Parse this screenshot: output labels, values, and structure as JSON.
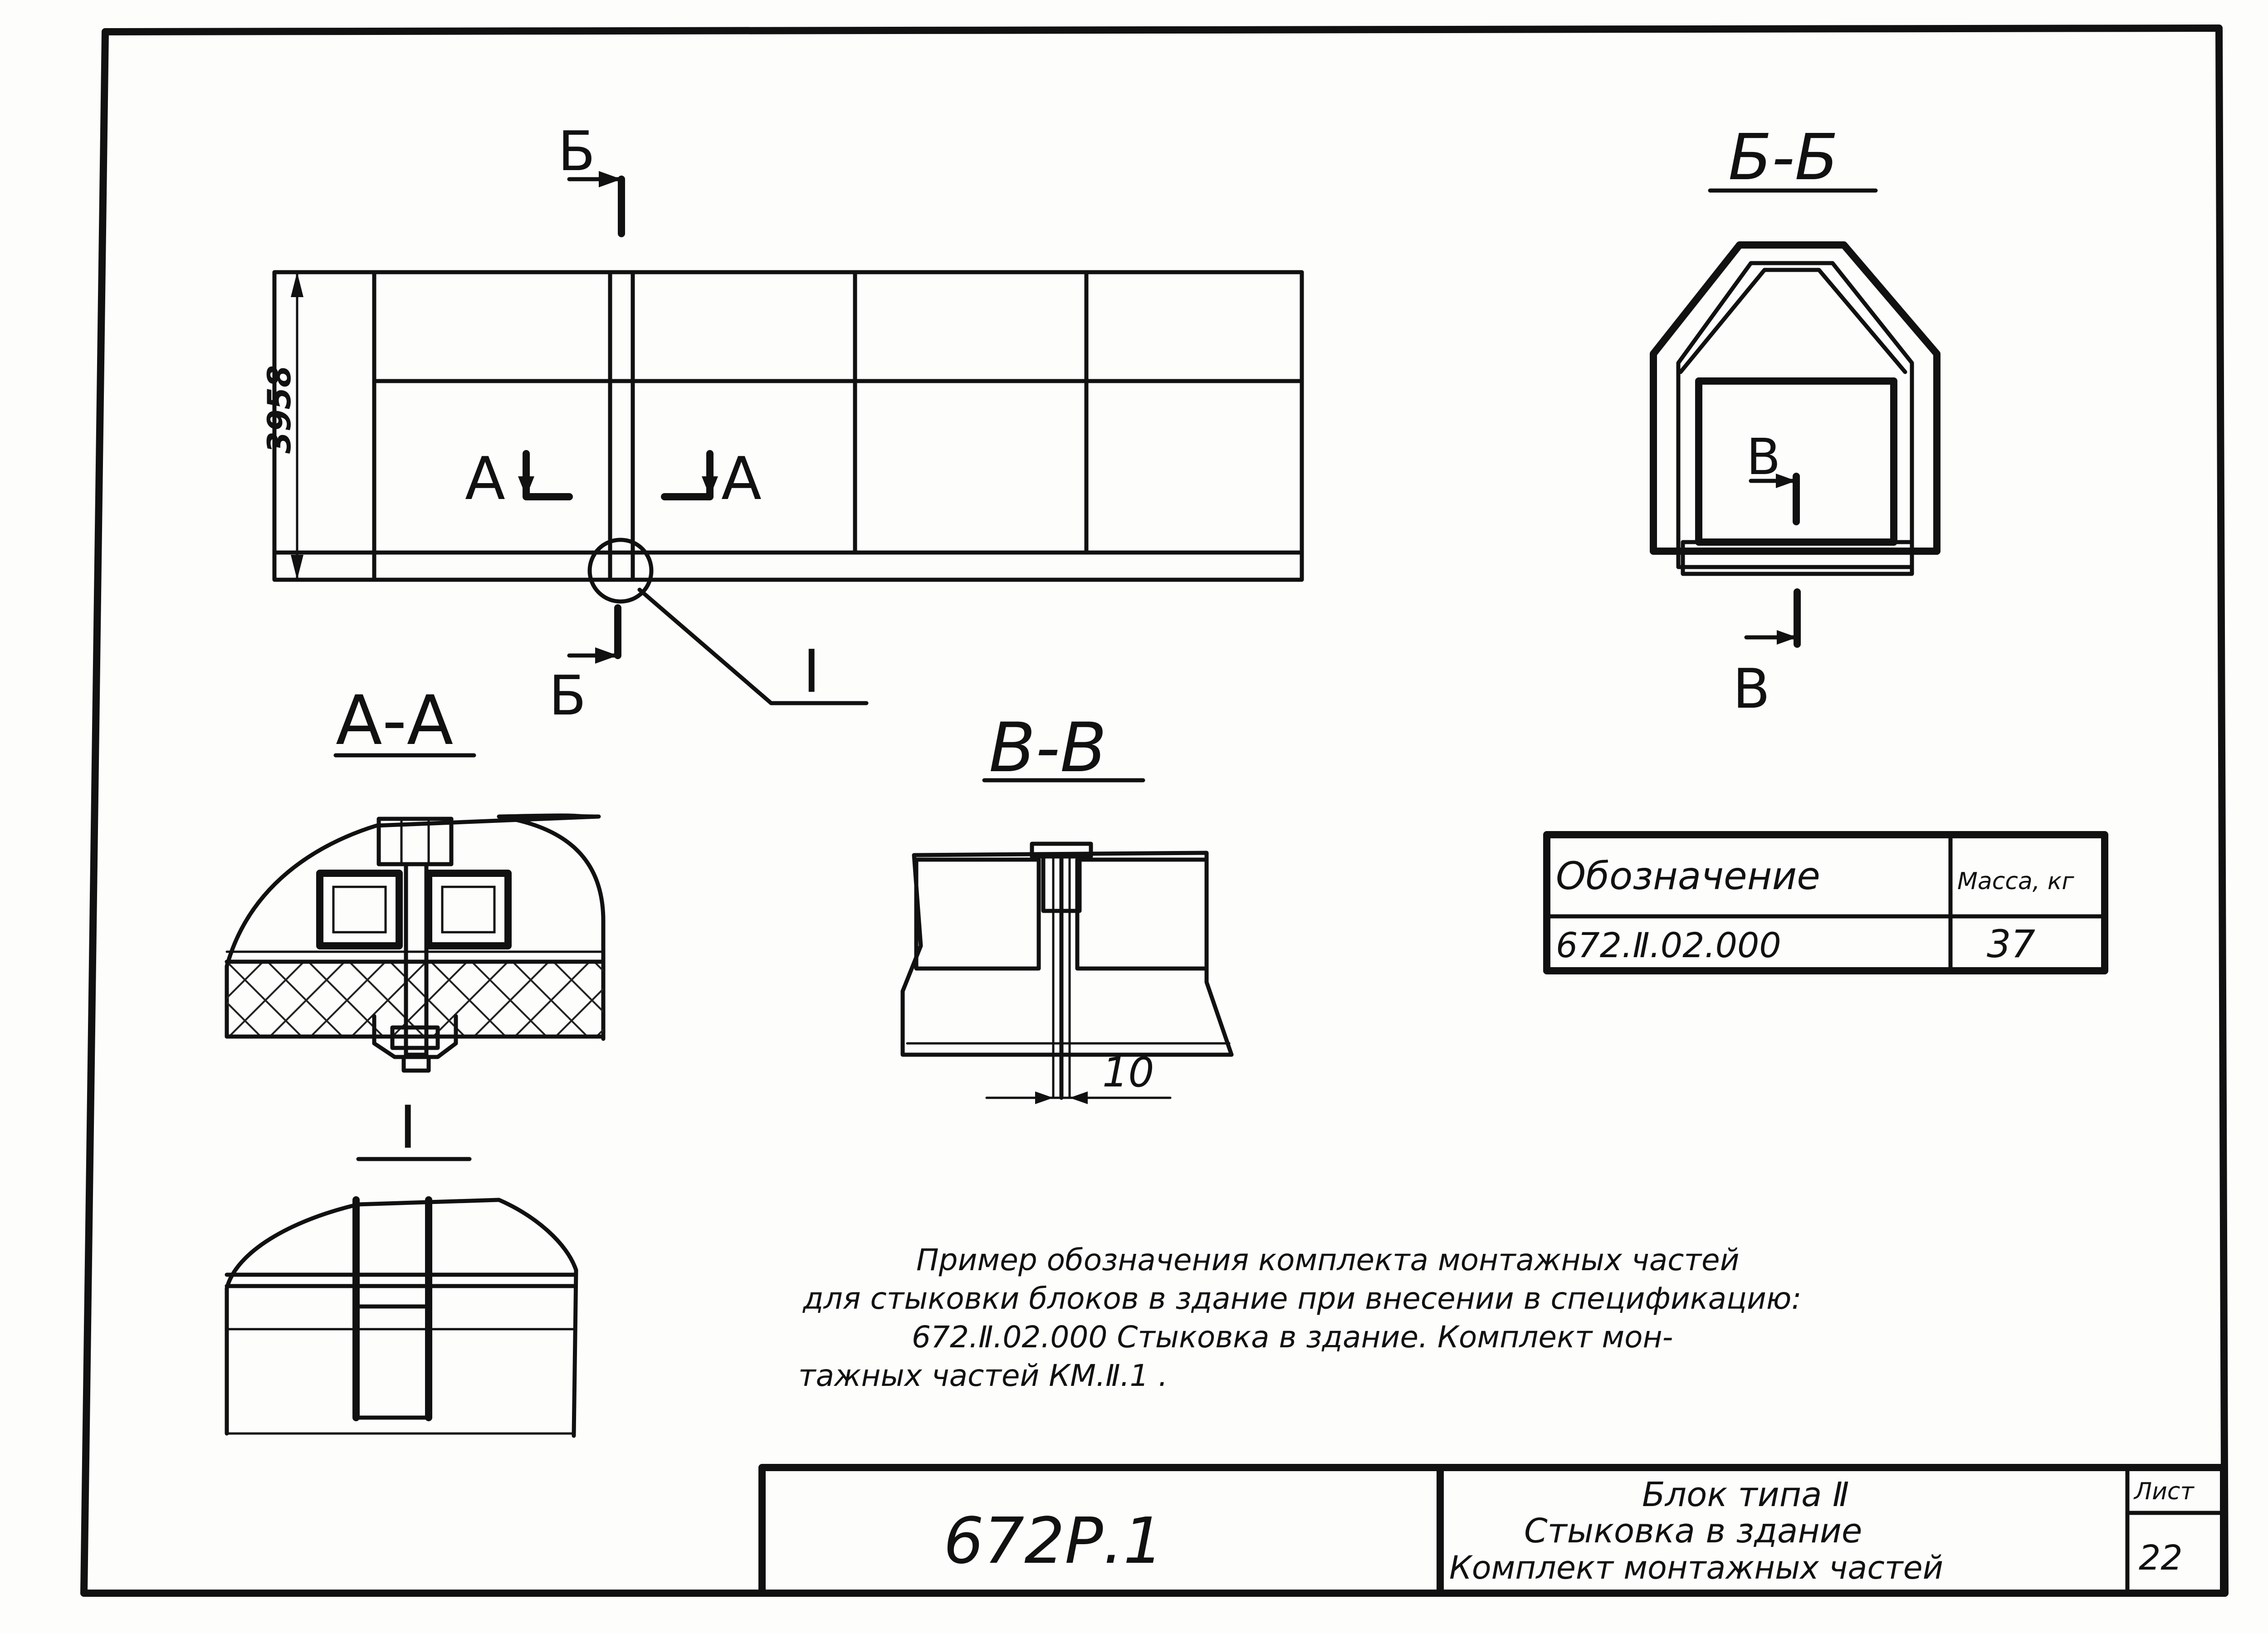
{
  "plan": {
    "section_mark_b": "Б",
    "section_mark_a": "А",
    "dimension_height": "3958",
    "detail_callout": "I"
  },
  "views": {
    "title_aa": "А-А",
    "title_vv": "В-В",
    "title_bb": "Б-Б",
    "title_detail": "I",
    "mark_v": "В",
    "dimension_gap": "10"
  },
  "mass_table": {
    "header_designation": "Обозначение",
    "header_mass": "Масса, кг",
    "row_designation": "672.Ⅱ.02.000",
    "row_mass": "37"
  },
  "note": {
    "lines": [
      "Пример обозначения комплекта монтажных частей",
      "для стыковки блоков в здание при внесении в спецификацию:",
      "672.Ⅱ.02.000  Стыковка в здание.     Комплект мон-",
      "тажных частей КМ.Ⅱ.1 ."
    ]
  },
  "title_block": {
    "document_code": "672Р.1",
    "title_line1": "Блок типа Ⅱ",
    "title_line2": "Стыковка в здание",
    "title_line3": "Комплект монтажных частей",
    "sheet_label": "Лист",
    "sheet_number": "22"
  }
}
